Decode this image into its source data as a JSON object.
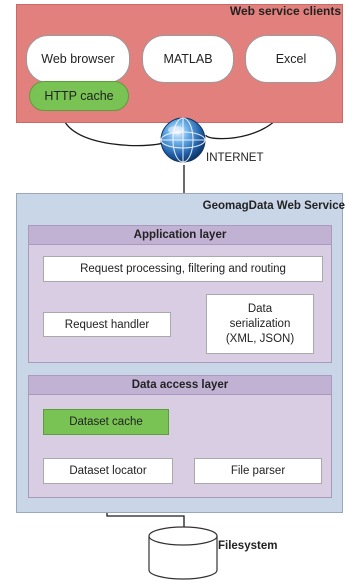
{
  "clients": {
    "title": "Web service clients",
    "web_browser": "Web browser",
    "matlab": "MATLAB",
    "excel": "Excel",
    "http_cache": "HTTP cache"
  },
  "internet": {
    "label": "INTERNET"
  },
  "service": {
    "title": "GeomagData Web Service",
    "application_layer": {
      "title": "Application layer",
      "request_processing": "Request processing, filtering and routing",
      "request_handler": "Request handler",
      "serialization_lines": [
        "Data",
        "serialization",
        "(XML, JSON)"
      ]
    },
    "data_access_layer": {
      "title": "Data access layer",
      "dataset_cache": "Dataset cache",
      "dataset_locator": "Dataset locator",
      "file_parser": "File parser"
    }
  },
  "filesystem": {
    "label": "Filesystem"
  },
  "colors": {
    "clients_panel": "#e1807d",
    "cache_green": "#78c353",
    "service_panel": "#c9d6e8",
    "layer_body": "#d8cde3",
    "layer_header": "#c1b2d4"
  }
}
